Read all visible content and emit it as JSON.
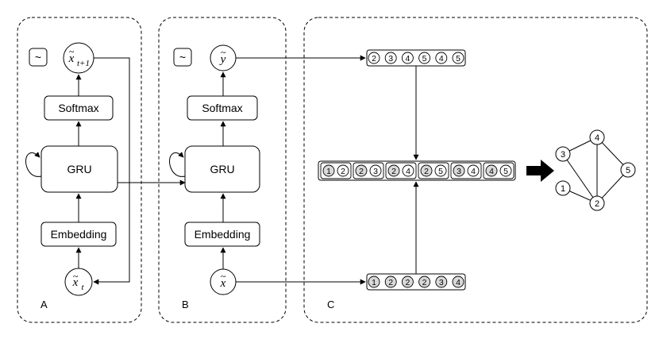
{
  "panels": [
    {
      "id": "A",
      "label": "A"
    },
    {
      "id": "B",
      "label": "B"
    },
    {
      "id": "C",
      "label": "C"
    }
  ],
  "blocks": {
    "softmax": "Softmax",
    "gru": "GRU",
    "embedding": "Embedding",
    "sample_symbol": "~"
  },
  "math": {
    "x_tilde": "x",
    "y_tilde": "y",
    "sub_t": "t",
    "sub_t_plus_1": "t+1",
    "tilde": "~"
  },
  "sequences": {
    "top": [
      "2",
      "3",
      "4",
      "5",
      "4",
      "5"
    ],
    "bottom": [
      "1",
      "2",
      "2",
      "2",
      "3",
      "4"
    ],
    "edges": [
      [
        "1",
        "2"
      ],
      [
        "2",
        "3"
      ],
      [
        "2",
        "4"
      ],
      [
        "2",
        "5"
      ],
      [
        "3",
        "4"
      ],
      [
        "4",
        "5"
      ]
    ]
  },
  "graph": {
    "nodes": [
      "1",
      "2",
      "3",
      "4",
      "5"
    ],
    "edges": [
      [
        "1",
        "2"
      ],
      [
        "2",
        "3"
      ],
      [
        "2",
        "4"
      ],
      [
        "2",
        "5"
      ],
      [
        "3",
        "4"
      ],
      [
        "4",
        "5"
      ]
    ]
  }
}
